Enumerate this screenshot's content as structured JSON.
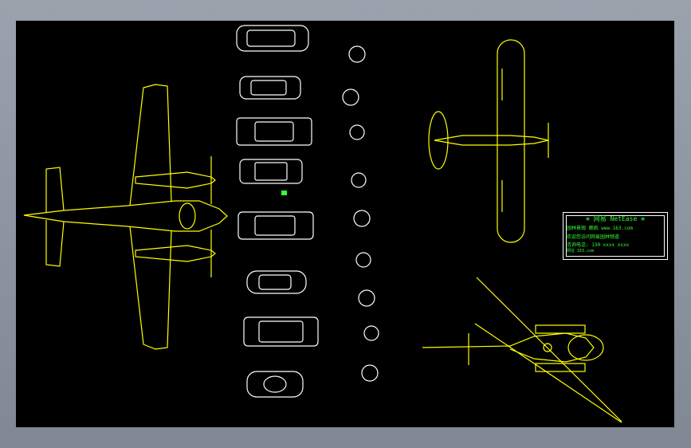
{
  "canvas": {
    "background": "#000000"
  },
  "colors": {
    "aircraft": "#ffff00",
    "vehicles": "#ffffff",
    "legend_text": "#33ff33"
  },
  "legend": {
    "title": "≡ 网易 NetEase ≡",
    "line1": "园林景观 图纸",
    "line1b": "www.163.com",
    "line2": "欢迎您访问网易园林频道",
    "line3": "咨询电话: 130 xxxx xxxx",
    "line4": "网址 163.com"
  },
  "drawings": {
    "twin_engine_plane": "twin-engine-aircraft-top-view",
    "cars": [
      "sedan",
      "sports-car",
      "sedan",
      "convertible",
      "sedan",
      "coupe",
      "station-wagon",
      "roadster"
    ],
    "people": [
      "person-1",
      "person-2",
      "person-3",
      "person-4",
      "person-5",
      "person-6",
      "person-7",
      "person-8",
      "person-9"
    ],
    "light_plane": "high-wing-aircraft-top-view",
    "helicopter": "helicopter-top-view"
  }
}
